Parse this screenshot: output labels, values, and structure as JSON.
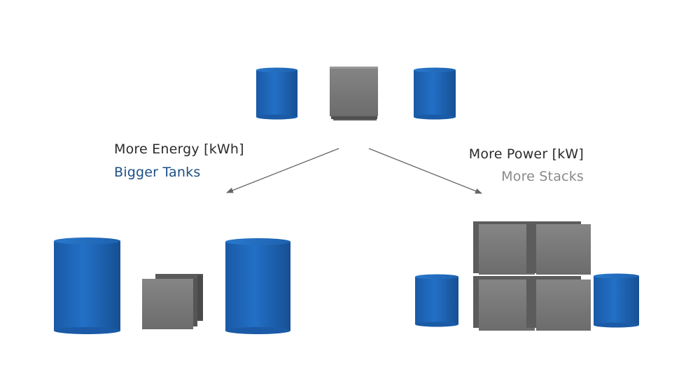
{
  "colors": {
    "tank": "#1e64b3",
    "stack": "#7a7a7a",
    "arrow": "#666666",
    "text_dark": "#2b2b2b",
    "text_blue": "#1b4f86",
    "text_gray": "#8a8a8a"
  },
  "left_branch": {
    "title": "More Energy  [kWh]",
    "subtitle": "Bigger Tanks"
  },
  "right_branch": {
    "title": "More Power  [kW]",
    "subtitle": "More Stacks"
  }
}
